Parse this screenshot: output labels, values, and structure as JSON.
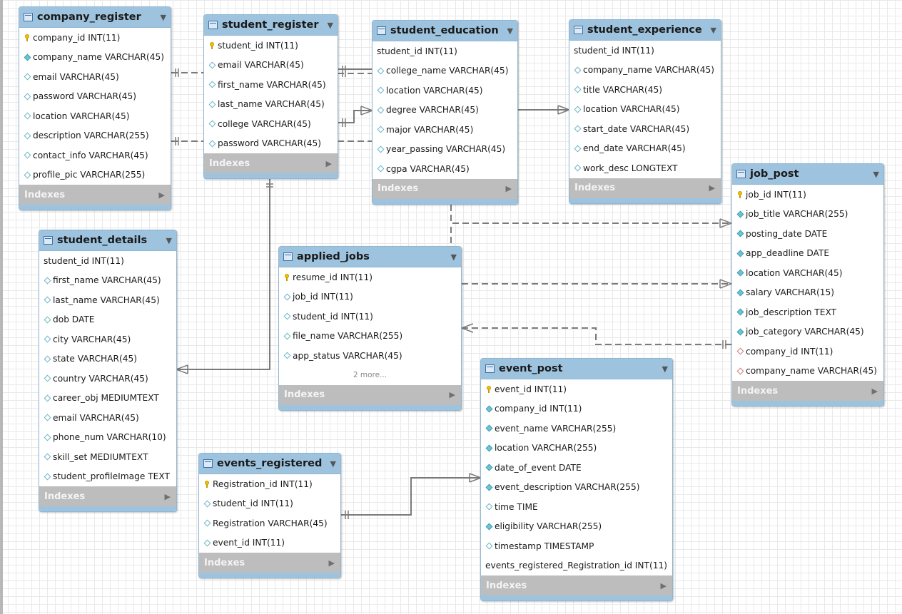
{
  "tables": {
    "company_register": {
      "title": "company_register",
      "footer": "Indexes",
      "columns": [
        {
          "icon": "key",
          "text": "company_id INT(11)"
        },
        {
          "icon": "filled",
          "text": "company_name VARCHAR(45)"
        },
        {
          "icon": "open",
          "text": "email VARCHAR(45)"
        },
        {
          "icon": "open",
          "text": "password VARCHAR(45)"
        },
        {
          "icon": "open",
          "text": "location VARCHAR(45)"
        },
        {
          "icon": "open",
          "text": "description VARCHAR(255)"
        },
        {
          "icon": "open",
          "text": "contact_info VARCHAR(45)"
        },
        {
          "icon": "open",
          "text": "profile_pic VARCHAR(255)"
        }
      ]
    },
    "student_register": {
      "title": "student_register",
      "footer": "Indexes",
      "columns": [
        {
          "icon": "key",
          "text": "student_id INT(11)"
        },
        {
          "icon": "open",
          "text": "email VARCHAR(45)"
        },
        {
          "icon": "open",
          "text": "first_name VARCHAR(45)"
        },
        {
          "icon": "open",
          "text": "last_name VARCHAR(45)"
        },
        {
          "icon": "open",
          "text": "college VARCHAR(45)"
        },
        {
          "icon": "open",
          "text": "password VARCHAR(45)"
        }
      ]
    },
    "student_education": {
      "title": "student_education",
      "footer": "Indexes",
      "columns": [
        {
          "icon": "none",
          "text": "student_id INT(11)"
        },
        {
          "icon": "open",
          "text": "college_name VARCHAR(45)"
        },
        {
          "icon": "open",
          "text": "location VARCHAR(45)"
        },
        {
          "icon": "open",
          "text": "degree VARCHAR(45)"
        },
        {
          "icon": "open",
          "text": "major VARCHAR(45)"
        },
        {
          "icon": "open",
          "text": "year_passing VARCHAR(45)"
        },
        {
          "icon": "open",
          "text": "cgpa VARCHAR(45)"
        }
      ]
    },
    "student_experience": {
      "title": "student_experience",
      "footer": "Indexes",
      "columns": [
        {
          "icon": "none",
          "text": "student_id INT(11)"
        },
        {
          "icon": "open",
          "text": "company_name VARCHAR(45)"
        },
        {
          "icon": "open",
          "text": "title VARCHAR(45)"
        },
        {
          "icon": "open",
          "text": "location VARCHAR(45)"
        },
        {
          "icon": "open",
          "text": "start_date VARCHAR(45)"
        },
        {
          "icon": "open",
          "text": "end_date VARCHAR(45)"
        },
        {
          "icon": "open",
          "text": "work_desc LONGTEXT"
        }
      ]
    },
    "job_post": {
      "title": "job_post",
      "footer": "Indexes",
      "columns": [
        {
          "icon": "key",
          "text": "job_id INT(11)"
        },
        {
          "icon": "filled",
          "text": "job_title VARCHAR(255)"
        },
        {
          "icon": "filled",
          "text": "posting_date DATE"
        },
        {
          "icon": "filled",
          "text": "app_deadline DATE"
        },
        {
          "icon": "filled",
          "text": "location VARCHAR(45)"
        },
        {
          "icon": "filled",
          "text": "salary VARCHAR(15)"
        },
        {
          "icon": "filled",
          "text": "job_description TEXT"
        },
        {
          "icon": "filled",
          "text": "job_category VARCHAR(45)"
        },
        {
          "icon": "red",
          "text": "company_id INT(11)"
        },
        {
          "icon": "red",
          "text": "company_name VARCHAR(45)"
        }
      ]
    },
    "student_details": {
      "title": "student_details",
      "footer": "Indexes",
      "columns": [
        {
          "icon": "none",
          "text": "student_id INT(11)"
        },
        {
          "icon": "open",
          "text": "first_name VARCHAR(45)"
        },
        {
          "icon": "open",
          "text": "last_name VARCHAR(45)"
        },
        {
          "icon": "open",
          "text": "dob DATE"
        },
        {
          "icon": "open",
          "text": "city VARCHAR(45)"
        },
        {
          "icon": "open",
          "text": "state VARCHAR(45)"
        },
        {
          "icon": "open",
          "text": "country VARCHAR(45)"
        },
        {
          "icon": "open",
          "text": "career_obj MEDIUMTEXT"
        },
        {
          "icon": "open",
          "text": "email VARCHAR(45)"
        },
        {
          "icon": "open",
          "text": "phone_num VARCHAR(10)"
        },
        {
          "icon": "open",
          "text": "skill_set MEDIUMTEXT"
        },
        {
          "icon": "open",
          "text": "student_profileImage TEXT"
        }
      ]
    },
    "applied_jobs": {
      "title": "applied_jobs",
      "footer": "Indexes",
      "more": "2 more...",
      "columns": [
        {
          "icon": "key",
          "text": "resume_id INT(11)"
        },
        {
          "icon": "open",
          "text": "job_id INT(11)"
        },
        {
          "icon": "open",
          "text": "student_id INT(11)"
        },
        {
          "icon": "open",
          "text": "file_name VARCHAR(255)"
        },
        {
          "icon": "open",
          "text": "app_status VARCHAR(45)"
        }
      ]
    },
    "event_post": {
      "title": "event_post",
      "footer": "Indexes",
      "columns": [
        {
          "icon": "key",
          "text": "event_id INT(11)"
        },
        {
          "icon": "filled",
          "text": "company_id INT(11)"
        },
        {
          "icon": "filled",
          "text": "event_name VARCHAR(255)"
        },
        {
          "icon": "filled",
          "text": "location VARCHAR(255)"
        },
        {
          "icon": "filled",
          "text": "date_of_event DATE"
        },
        {
          "icon": "filled",
          "text": "event_description VARCHAR(255)"
        },
        {
          "icon": "open",
          "text": "time TIME"
        },
        {
          "icon": "filled",
          "text": "eligibility VARCHAR(255)"
        },
        {
          "icon": "open",
          "text": "timestamp TIMESTAMP"
        },
        {
          "icon": "none",
          "text": "events_registered_Registration_id INT(11)"
        }
      ]
    },
    "events_registered": {
      "title": "events_registered",
      "footer": "Indexes",
      "columns": [
        {
          "icon": "key",
          "text": "Registration_id INT(11)"
        },
        {
          "icon": "open",
          "text": "student_id INT(11)"
        },
        {
          "icon": "open",
          "text": "Registration VARCHAR(45)"
        },
        {
          "icon": "open",
          "text": "event_id INT(11)"
        }
      ]
    }
  },
  "colors": {
    "header": "#9ec3de",
    "footer": "#bdbdbd",
    "line": "#7a7a7a"
  }
}
